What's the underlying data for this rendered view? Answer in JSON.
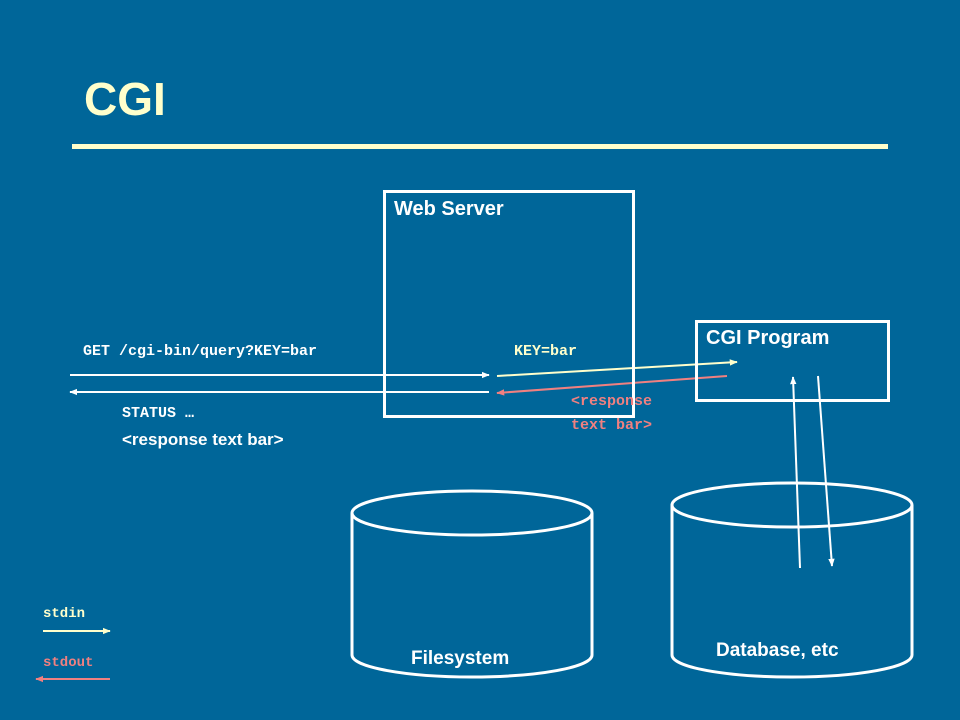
{
  "title": "CGI",
  "web_server": {
    "label": "Web Server"
  },
  "cgi_program": {
    "label": "CGI Program"
  },
  "browser_request": "GET /cgi-bin/query?KEY=bar",
  "browser_response": {
    "status": "STATUS …",
    "body": "<response text bar>"
  },
  "cgi_input": "KEY=bar",
  "cgi_output": "<response\ntext bar>",
  "stores": {
    "filesystem": "Filesystem",
    "database": "Database, etc"
  },
  "legend": {
    "stdin": "stdin",
    "stdout": "stdout"
  },
  "colors": {
    "background": "#006699",
    "title": "#FFFFCC",
    "stdin_arrow": "#FFFFCC",
    "stdout_arrow": "#F08080",
    "lines": "#FFFFFF"
  }
}
